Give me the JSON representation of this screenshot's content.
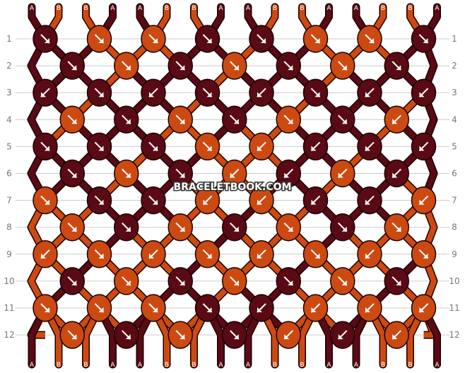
{
  "watermark": "BRACELETBOOK.COM",
  "colors": {
    "A": "#5a0a14",
    "B": "#cc4a12",
    "outline": "#1a0000",
    "arrow": "#ffffff",
    "grid": "#cccccc"
  },
  "strands_top": [
    "A",
    "B",
    "B",
    "A",
    "A",
    "B",
    "B",
    "A",
    "A",
    "B",
    "B",
    "A",
    "A",
    "B",
    "B",
    "A"
  ],
  "strands_bottom": [
    "A",
    "B",
    "B",
    "A",
    "A",
    "B",
    "B",
    "A",
    "A",
    "B",
    "B",
    "A",
    "A",
    "B",
    "B",
    "A"
  ],
  "row_labels": [
    "1",
    "2",
    "3",
    "4",
    "5",
    "6",
    "7",
    "8",
    "9",
    "10",
    "11",
    "12"
  ],
  "knots": [
    [
      {
        "c": "A",
        "d": "br"
      },
      {
        "c": "B",
        "d": "br"
      },
      {
        "c": "B",
        "d": "br"
      },
      {
        "c": "A",
        "d": "br"
      },
      {
        "c": "A",
        "d": "br"
      },
      {
        "c": "B",
        "d": "br"
      },
      {
        "c": "B",
        "d": "br"
      },
      {
        "c": "A",
        "d": "br"
      }
    ],
    [
      {
        "c": "A",
        "d": "br"
      },
      {
        "c": "B",
        "d": "br"
      },
      {
        "c": "A",
        "d": "br"
      },
      {
        "c": "B",
        "d": "br"
      },
      {
        "c": "A",
        "d": "br"
      },
      {
        "c": "B",
        "d": "br"
      },
      {
        "c": "A",
        "d": "br"
      }
    ],
    [
      {
        "c": "A",
        "d": "bl"
      },
      {
        "c": "A",
        "d": "br"
      },
      {
        "c": "A",
        "d": "bl"
      },
      {
        "c": "A",
        "d": "br"
      },
      {
        "c": "A",
        "d": "bl"
      },
      {
        "c": "A",
        "d": "br"
      },
      {
        "c": "A",
        "d": "bl"
      },
      {
        "c": "A",
        "d": "bl"
      }
    ],
    [
      {
        "c": "B",
        "d": "br"
      },
      {
        "c": "A",
        "d": "br"
      },
      {
        "c": "B",
        "d": "br"
      },
      {
        "c": "A",
        "d": "br"
      },
      {
        "c": "B",
        "d": "br"
      },
      {
        "c": "A",
        "d": "br"
      },
      {
        "c": "B",
        "d": "bl"
      }
    ],
    [
      {
        "c": "A",
        "d": "br"
      },
      {
        "c": "A",
        "d": "br"
      },
      {
        "c": "A",
        "d": "br"
      },
      {
        "c": "B",
        "d": "br"
      },
      {
        "c": "B",
        "d": "bl"
      },
      {
        "c": "A",
        "d": "bl"
      },
      {
        "c": "A",
        "d": "bl"
      },
      {
        "c": "A",
        "d": "bl"
      }
    ],
    [
      {
        "c": "A",
        "d": "br"
      },
      {
        "c": "B",
        "d": "br"
      },
      {
        "c": "A",
        "d": "br"
      },
      {
        "c": "B",
        "d": "bl"
      },
      {
        "c": "A",
        "d": "bl"
      },
      {
        "c": "B",
        "d": "bl"
      },
      {
        "c": "A",
        "d": "bl"
      }
    ],
    [
      {
        "c": "B",
        "d": "br"
      },
      {
        "c": "A",
        "d": "br"
      },
      {
        "c": "A",
        "d": "br"
      },
      {
        "c": "B",
        "d": "bl"
      },
      {
        "c": "B",
        "d": "bl"
      },
      {
        "c": "A",
        "d": "bl"
      },
      {
        "c": "A",
        "d": "bl"
      },
      {
        "c": "B",
        "d": "bl"
      }
    ],
    [
      {
        "c": "B",
        "d": "br"
      },
      {
        "c": "A",
        "d": "br"
      },
      {
        "c": "B",
        "d": "br"
      },
      {
        "c": "A",
        "d": "br"
      },
      {
        "c": "B",
        "d": "br"
      },
      {
        "c": "A",
        "d": "br"
      },
      {
        "c": "B",
        "d": "br"
      }
    ],
    [
      {
        "c": "B",
        "d": "bl"
      },
      {
        "c": "B",
        "d": "br"
      },
      {
        "c": "B",
        "d": "bl"
      },
      {
        "c": "B",
        "d": "br"
      },
      {
        "c": "B",
        "d": "bl"
      },
      {
        "c": "B",
        "d": "br"
      },
      {
        "c": "B",
        "d": "bl"
      },
      {
        "c": "B",
        "d": "br"
      }
    ],
    [
      {
        "c": "A",
        "d": "br"
      },
      {
        "c": "B",
        "d": "br"
      },
      {
        "c": "A",
        "d": "br"
      },
      {
        "c": "B",
        "d": "br"
      },
      {
        "c": "A",
        "d": "br"
      },
      {
        "c": "B",
        "d": "br"
      },
      {
        "c": "A",
        "d": "br"
      }
    ],
    [
      {
        "c": "B",
        "d": "br"
      },
      {
        "c": "B",
        "d": "br"
      },
      {
        "c": "B",
        "d": "br"
      },
      {
        "c": "A",
        "d": "br"
      },
      {
        "c": "A",
        "d": "bl"
      },
      {
        "c": "B",
        "d": "bl"
      },
      {
        "c": "B",
        "d": "bl"
      },
      {
        "c": "B",
        "d": "bl"
      }
    ],
    [
      {
        "c": "B",
        "d": "br"
      },
      {
        "c": "A",
        "d": "br"
      },
      {
        "c": "B",
        "d": "br"
      },
      {
        "c": "A",
        "d": "br"
      },
      {
        "c": "B",
        "d": "bl"
      },
      {
        "c": "A",
        "d": "bl"
      },
      {
        "c": "B",
        "d": "bl"
      }
    ]
  ]
}
